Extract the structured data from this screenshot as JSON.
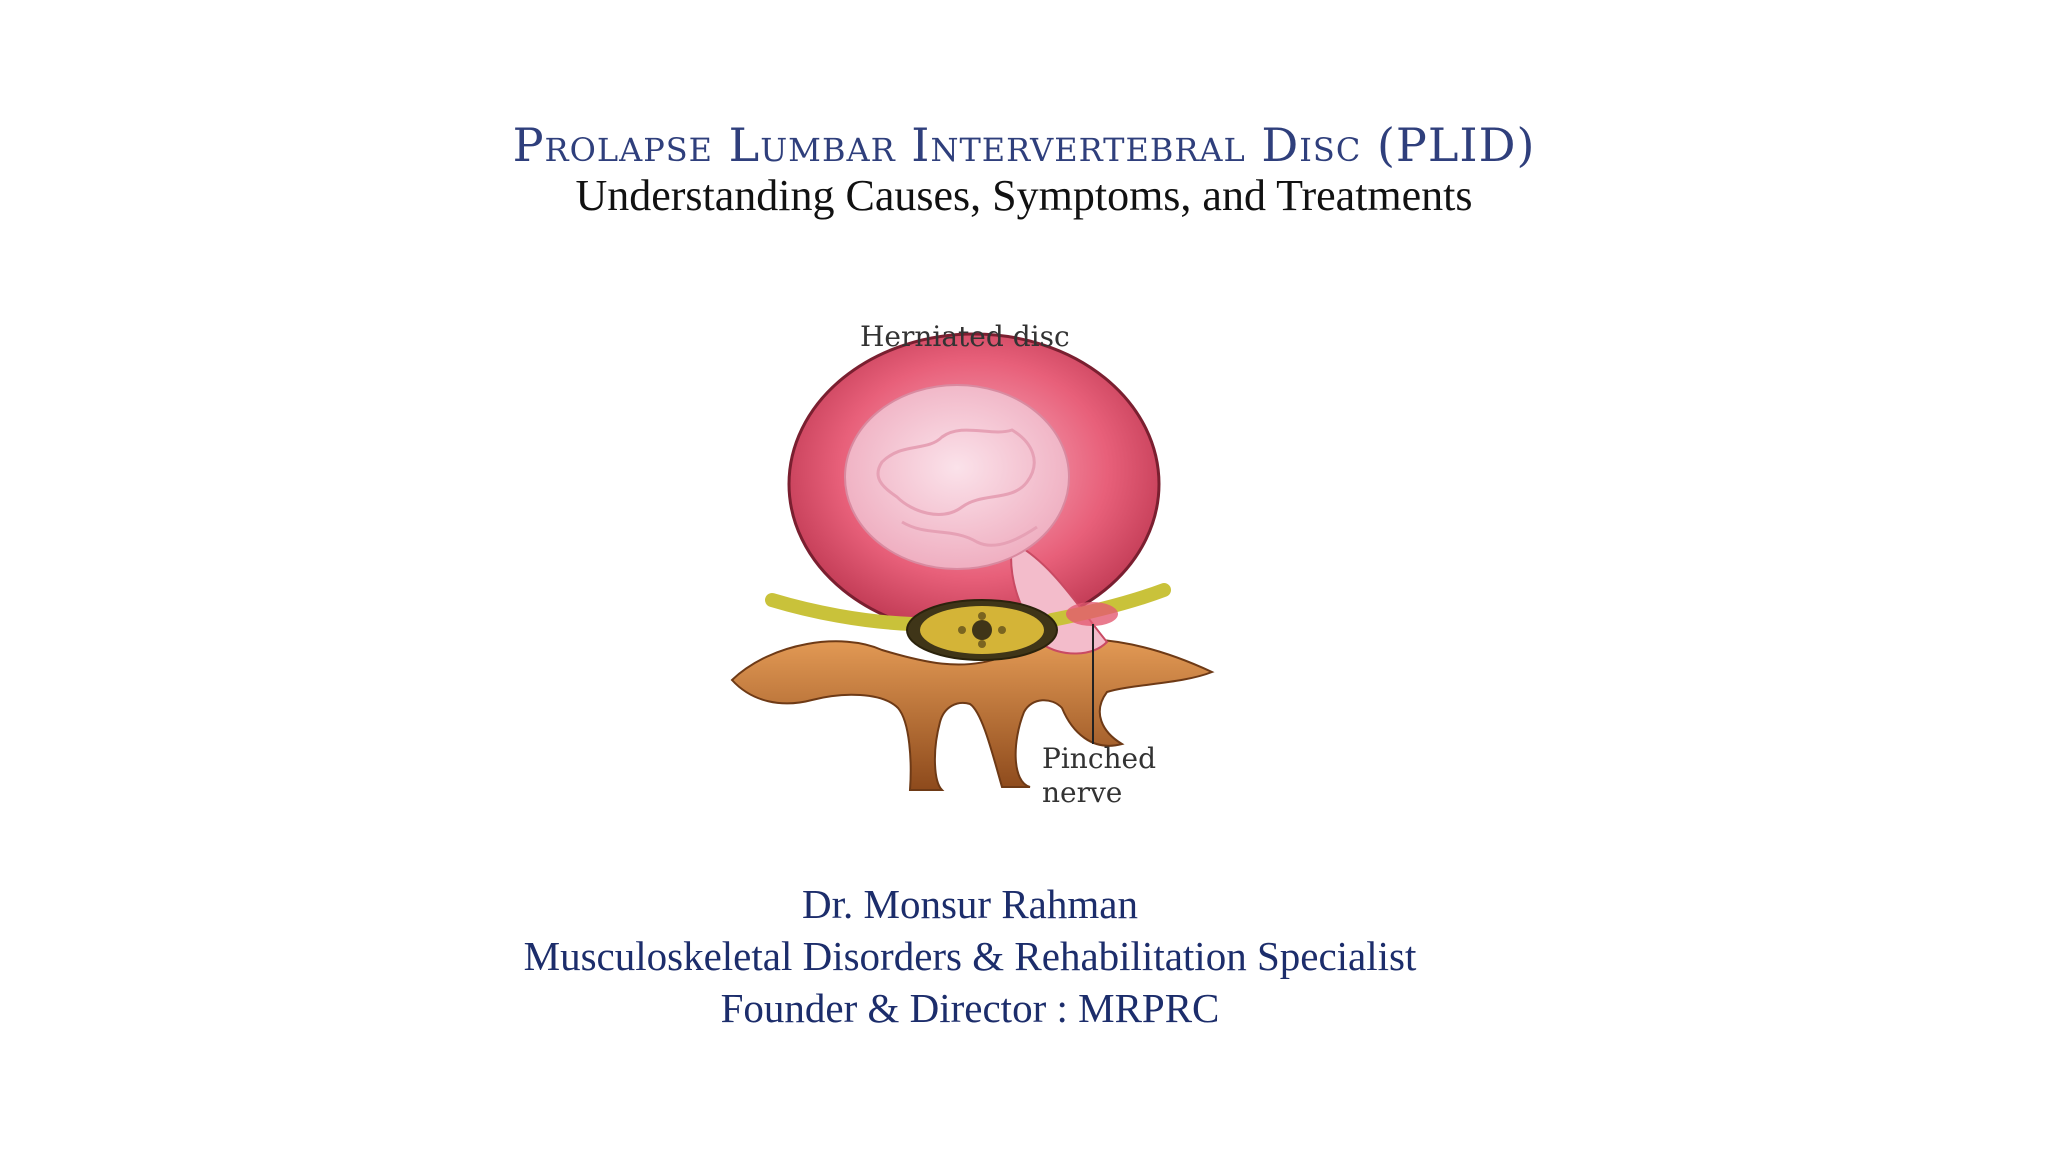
{
  "slide": {
    "title": "Prolapse Lumbar Intervertebral Disc (PLID)",
    "subtitle": "Understanding Causes, Symptoms, and Treatments"
  },
  "figure": {
    "label_top": "Herniated disc",
    "label_bottom_line1": "Pinched",
    "label_bottom_line2": "nerve",
    "colors": {
      "annulus": "#e8607a",
      "nucleus": "#f4c6d3",
      "nerve": "#c9c23a",
      "bone": "#c9762f",
      "cord": "#d4b437"
    }
  },
  "author": {
    "name": "Dr. Monsur Rahman",
    "role": "Musculoskeletal Disorders & Rehabilitation Specialist",
    "org": "Founder & Director : MRPRC"
  }
}
